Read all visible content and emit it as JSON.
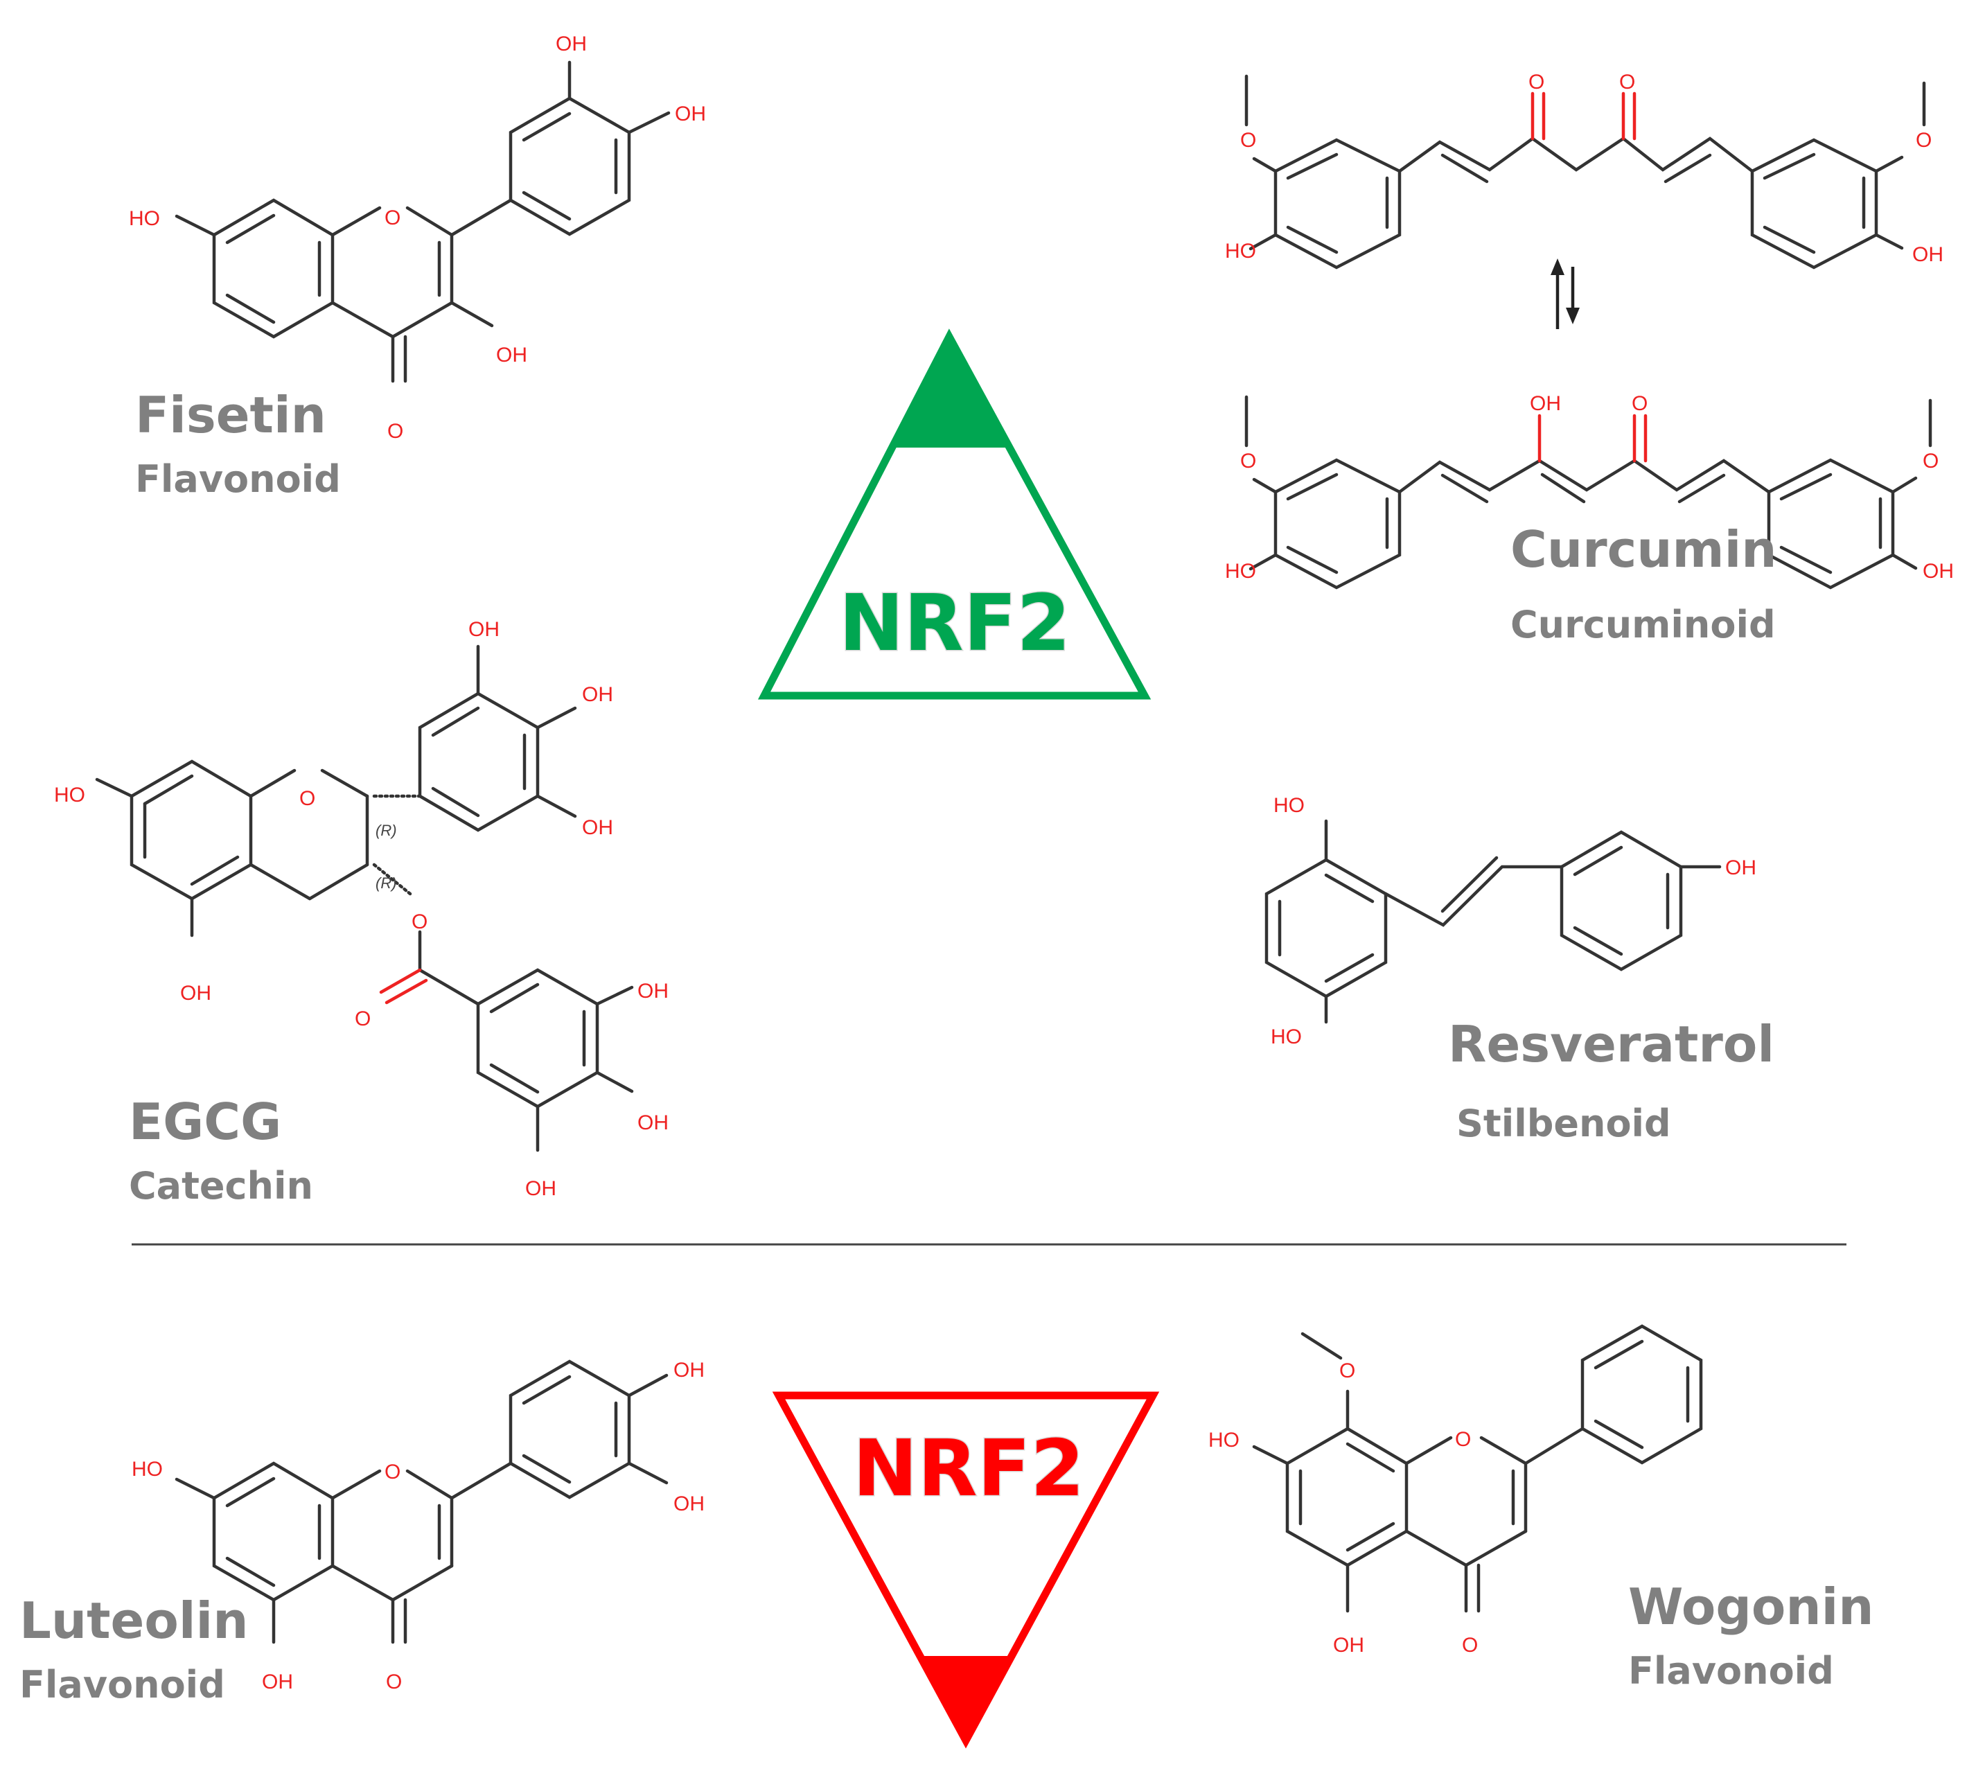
{
  "colors": {
    "activator": "#00a651",
    "inhibitor": "#ff0000",
    "label_grey": "#808080",
    "heteroatom": "#ee2222",
    "bond": "#333333"
  },
  "indicators": {
    "up": {
      "label": "NRF2",
      "shape": "triangle-up"
    },
    "down": {
      "label": "NRF2",
      "shape": "triangle-down"
    }
  },
  "compounds": {
    "fisetin": {
      "name": "Fisetin",
      "class": "Flavonoid"
    },
    "curcumin": {
      "name": "Curcumin",
      "class": "Curcuminoid"
    },
    "egcg": {
      "name": "EGCG",
      "class": "Catechin"
    },
    "resveratrol": {
      "name": "Resveratrol",
      "class": "Stilbenoid"
    },
    "luteolin": {
      "name": "Luteolin",
      "class": "Flavonoid"
    },
    "wogonin": {
      "name": "Wogonin",
      "class": "Flavonoid"
    }
  },
  "atom_labels": {
    "oh": "OH",
    "ho": "HO",
    "o": "O"
  },
  "stereo_labels": {
    "r": "(R)"
  },
  "tautomer_icon": "equilibrium-arrows-icon"
}
